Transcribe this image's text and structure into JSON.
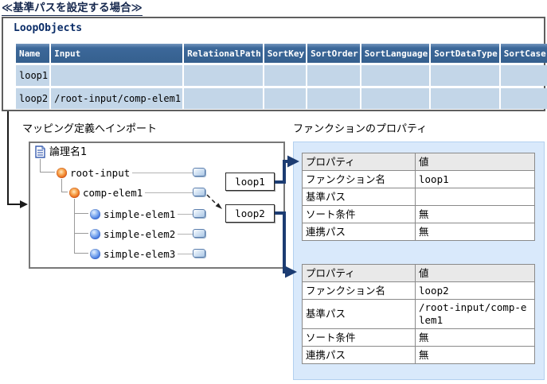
{
  "title": "≪基準パスを設定する場合≫",
  "loop_objects": {
    "label": "LoopObjects",
    "columns": [
      "Name",
      "Input",
      "RelationalPath",
      "SortKey",
      "SortOrder",
      "SortLanguage",
      "SortDataType",
      "SortCase"
    ],
    "rows": [
      [
        "loop1",
        "",
        "",
        "",
        "",
        "",
        "",
        ""
      ],
      [
        "loop2",
        "/root-input/comp-elem1",
        "",
        "",
        "",
        "",
        "",
        ""
      ]
    ]
  },
  "mapping": {
    "label": "マッピング定義へインポート",
    "tree": {
      "root": "論理名1",
      "nodes": [
        {
          "label": "root-input",
          "type": "complex-element"
        },
        {
          "label": "comp-elem1",
          "type": "complex-element"
        },
        {
          "label": "simple-elem1",
          "type": "simple-element"
        },
        {
          "label": "simple-elem2",
          "type": "simple-element"
        },
        {
          "label": "simple-elem3",
          "type": "simple-element"
        }
      ]
    },
    "functions": [
      {
        "label": "loop1"
      },
      {
        "label": "loop2"
      }
    ]
  },
  "properties_panel": {
    "label": "ファンクションのプロパティ",
    "tables": [
      {
        "headers": [
          "プロパティ",
          "値"
        ],
        "rows": [
          [
            "ファンクション名",
            "loop1"
          ],
          [
            "基準パス",
            ""
          ],
          [
            "ソート条件",
            "無"
          ],
          [
            "連携パス",
            "無"
          ]
        ]
      },
      {
        "headers": [
          "プロパティ",
          "値"
        ],
        "rows": [
          [
            "ファンクション名",
            "loop2"
          ],
          [
            "基準パス",
            "/root-input/comp-elem1"
          ],
          [
            "ソート条件",
            "無"
          ],
          [
            "連携パス",
            "無"
          ]
        ]
      }
    ]
  },
  "colors": {
    "table_header_bg": "#3a6795",
    "table_row_bg": "#c3d6e8",
    "label_navy": "#0b2d68",
    "connector_navy": "#1c3c72",
    "panel_bg": "#d9e9fb",
    "panel_border": "#b3d0ef",
    "box_border_gray": "#787878"
  }
}
